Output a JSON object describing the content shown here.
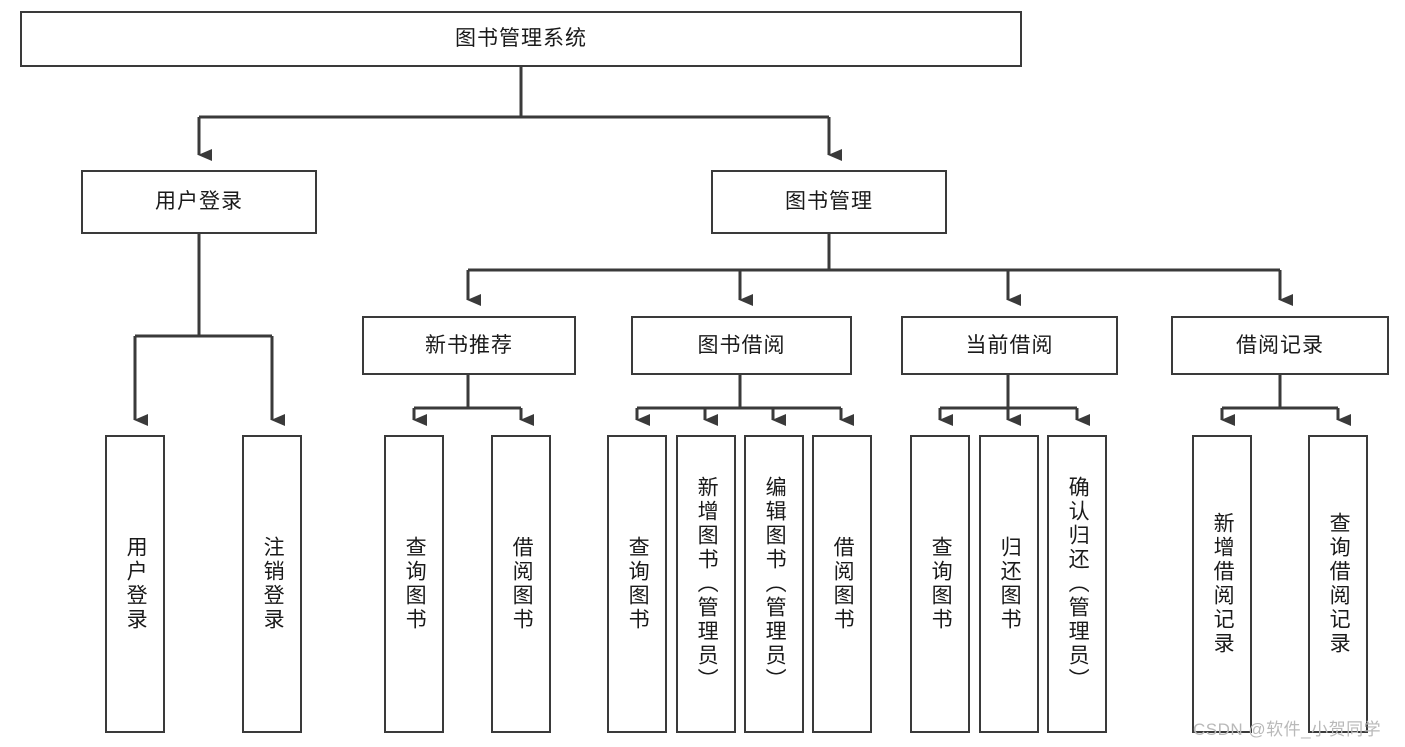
{
  "diagram": {
    "title": "图书管理系统",
    "type": "tree-hierarchy-diagram",
    "watermark": "CSDN @软件_小贺同学",
    "colors": {
      "box_border": "#3a3a3a",
      "edge": "#3a3a3a",
      "text": "#1a1a1a",
      "background": "#ffffff",
      "watermark": "#b9b9b9"
    },
    "nodes": {
      "root": {
        "label": "图书管理系统"
      },
      "level2": [
        {
          "id": "user-login",
          "label": "用户登录"
        },
        {
          "id": "book-manage",
          "label": "图书管理"
        }
      ],
      "level3": [
        {
          "id": "new-book-recommend",
          "label": "新书推荐"
        },
        {
          "id": "book-borrow",
          "label": "图书借阅"
        },
        {
          "id": "current-borrow",
          "label": "当前借阅"
        },
        {
          "id": "borrow-record",
          "label": "借阅记录"
        }
      ],
      "leaves": {
        "user-login": [
          {
            "id": "leaf-user-login",
            "label": "用户登录"
          },
          {
            "id": "leaf-user-logout",
            "label": "注销登录"
          }
        ],
        "new-book-recommend": [
          {
            "id": "leaf-query-book-1",
            "label": "查询图书"
          },
          {
            "id": "leaf-borrow-book-1",
            "label": "借阅图书"
          }
        ],
        "book-borrow": [
          {
            "id": "leaf-query-book-2",
            "label": "查询图书"
          },
          {
            "id": "leaf-add-book",
            "label": "新增图书（管理员）"
          },
          {
            "id": "leaf-edit-book",
            "label": "编辑图书（管理员）"
          },
          {
            "id": "leaf-borrow-book-2",
            "label": "借阅图书"
          }
        ],
        "current-borrow": [
          {
            "id": "leaf-query-book-3",
            "label": "查询图书"
          },
          {
            "id": "leaf-return-book",
            "label": "归还图书"
          },
          {
            "id": "leaf-confirm-return",
            "label": "确认归还（管理员）"
          }
        ],
        "borrow-record": [
          {
            "id": "leaf-add-record",
            "label": "新增借阅记录"
          },
          {
            "id": "leaf-query-record",
            "label": "查询借阅记录"
          }
        ]
      }
    }
  }
}
